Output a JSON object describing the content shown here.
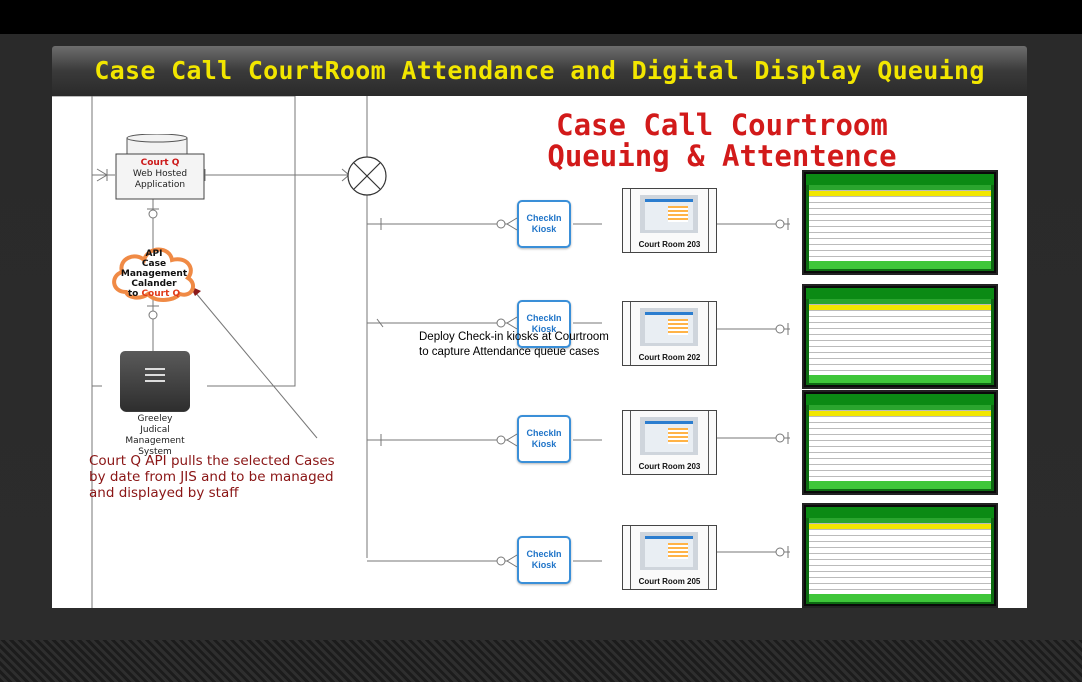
{
  "header": {
    "title": "Case Call CourtRoom Attendance and Digital Display Queuing"
  },
  "slide": {
    "headline_line1": "Case Call Courtroom",
    "headline_line2": "Queuing & Attentence",
    "court_q": {
      "title": "Court Q",
      "line2": "Web Hosted",
      "line3": "Application"
    },
    "api": {
      "line1": "API",
      "line2": "Case Management",
      "line3": "Calander",
      "line4_prefix": "to ",
      "line4_accent": "Court Q"
    },
    "jis": {
      "line1": "Greeley",
      "line2": "Judical",
      "line3": "Management",
      "line4": "System"
    },
    "note_left": "Court Q API pulls the selected Cases by date from JIS  and to be managed and displayed by staff",
    "note_mid": "Deploy Check-in kiosks at Courtroom to capture Attendance queue cases",
    "kiosks": [
      {
        "label1": "CheckIn",
        "label2": "Kiosk"
      },
      {
        "label1": "CheckIn",
        "label2": "Kiosk"
      },
      {
        "label1": "CheckIn",
        "label2": "Kiosk"
      },
      {
        "label1": "CheckIn",
        "label2": "Kiosk"
      }
    ],
    "courtrooms": [
      {
        "label": "Court Room  203"
      },
      {
        "label": "Court Room 202"
      },
      {
        "label": "Court Room  203"
      },
      {
        "label": "Court Room  205"
      }
    ]
  },
  "colors": {
    "title_yellow": "#f2e600",
    "headline_red": "#d21a1a",
    "note_red": "#8a1515",
    "kiosk_blue": "#1f74c8",
    "display_green": "#0d6b12"
  }
}
